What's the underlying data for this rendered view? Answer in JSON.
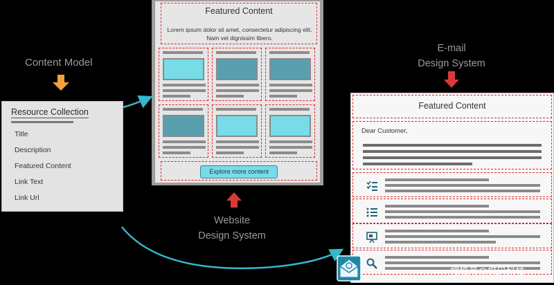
{
  "content_model": {
    "label": "Content Model",
    "collection_title": "Resource Collection",
    "fields": [
      "Title",
      "Description",
      "Featured Content",
      "Link Text",
      "Link Url"
    ]
  },
  "website": {
    "label_line1": "Website",
    "label_line2": "Design System",
    "heading": "Featured Content",
    "description": "Lorem ipsum dolor sit amet, consectetur adipiscing elit. Nam vel dignissim libero.",
    "button_label": "Explore more content"
  },
  "email": {
    "label_line1": "E-mail",
    "label_line2": "Design System",
    "heading": "Featured Content",
    "greeting": "Dear Customer,",
    "rows": [
      {
        "icon": "checklist-icon"
      },
      {
        "icon": "list-icon"
      },
      {
        "icon": "presentation-icon"
      },
      {
        "icon": "search-icon"
      }
    ]
  },
  "watermark": "搜狐号@探码科技",
  "colors": {
    "orange_arrow": "#f0a13a",
    "red_arrow": "#d83a3a",
    "connector": "#37b7cf",
    "dashed_border": "#e0262b",
    "image_fill_light": "#78dbe8",
    "image_fill_dark": "#5a9fb0"
  }
}
